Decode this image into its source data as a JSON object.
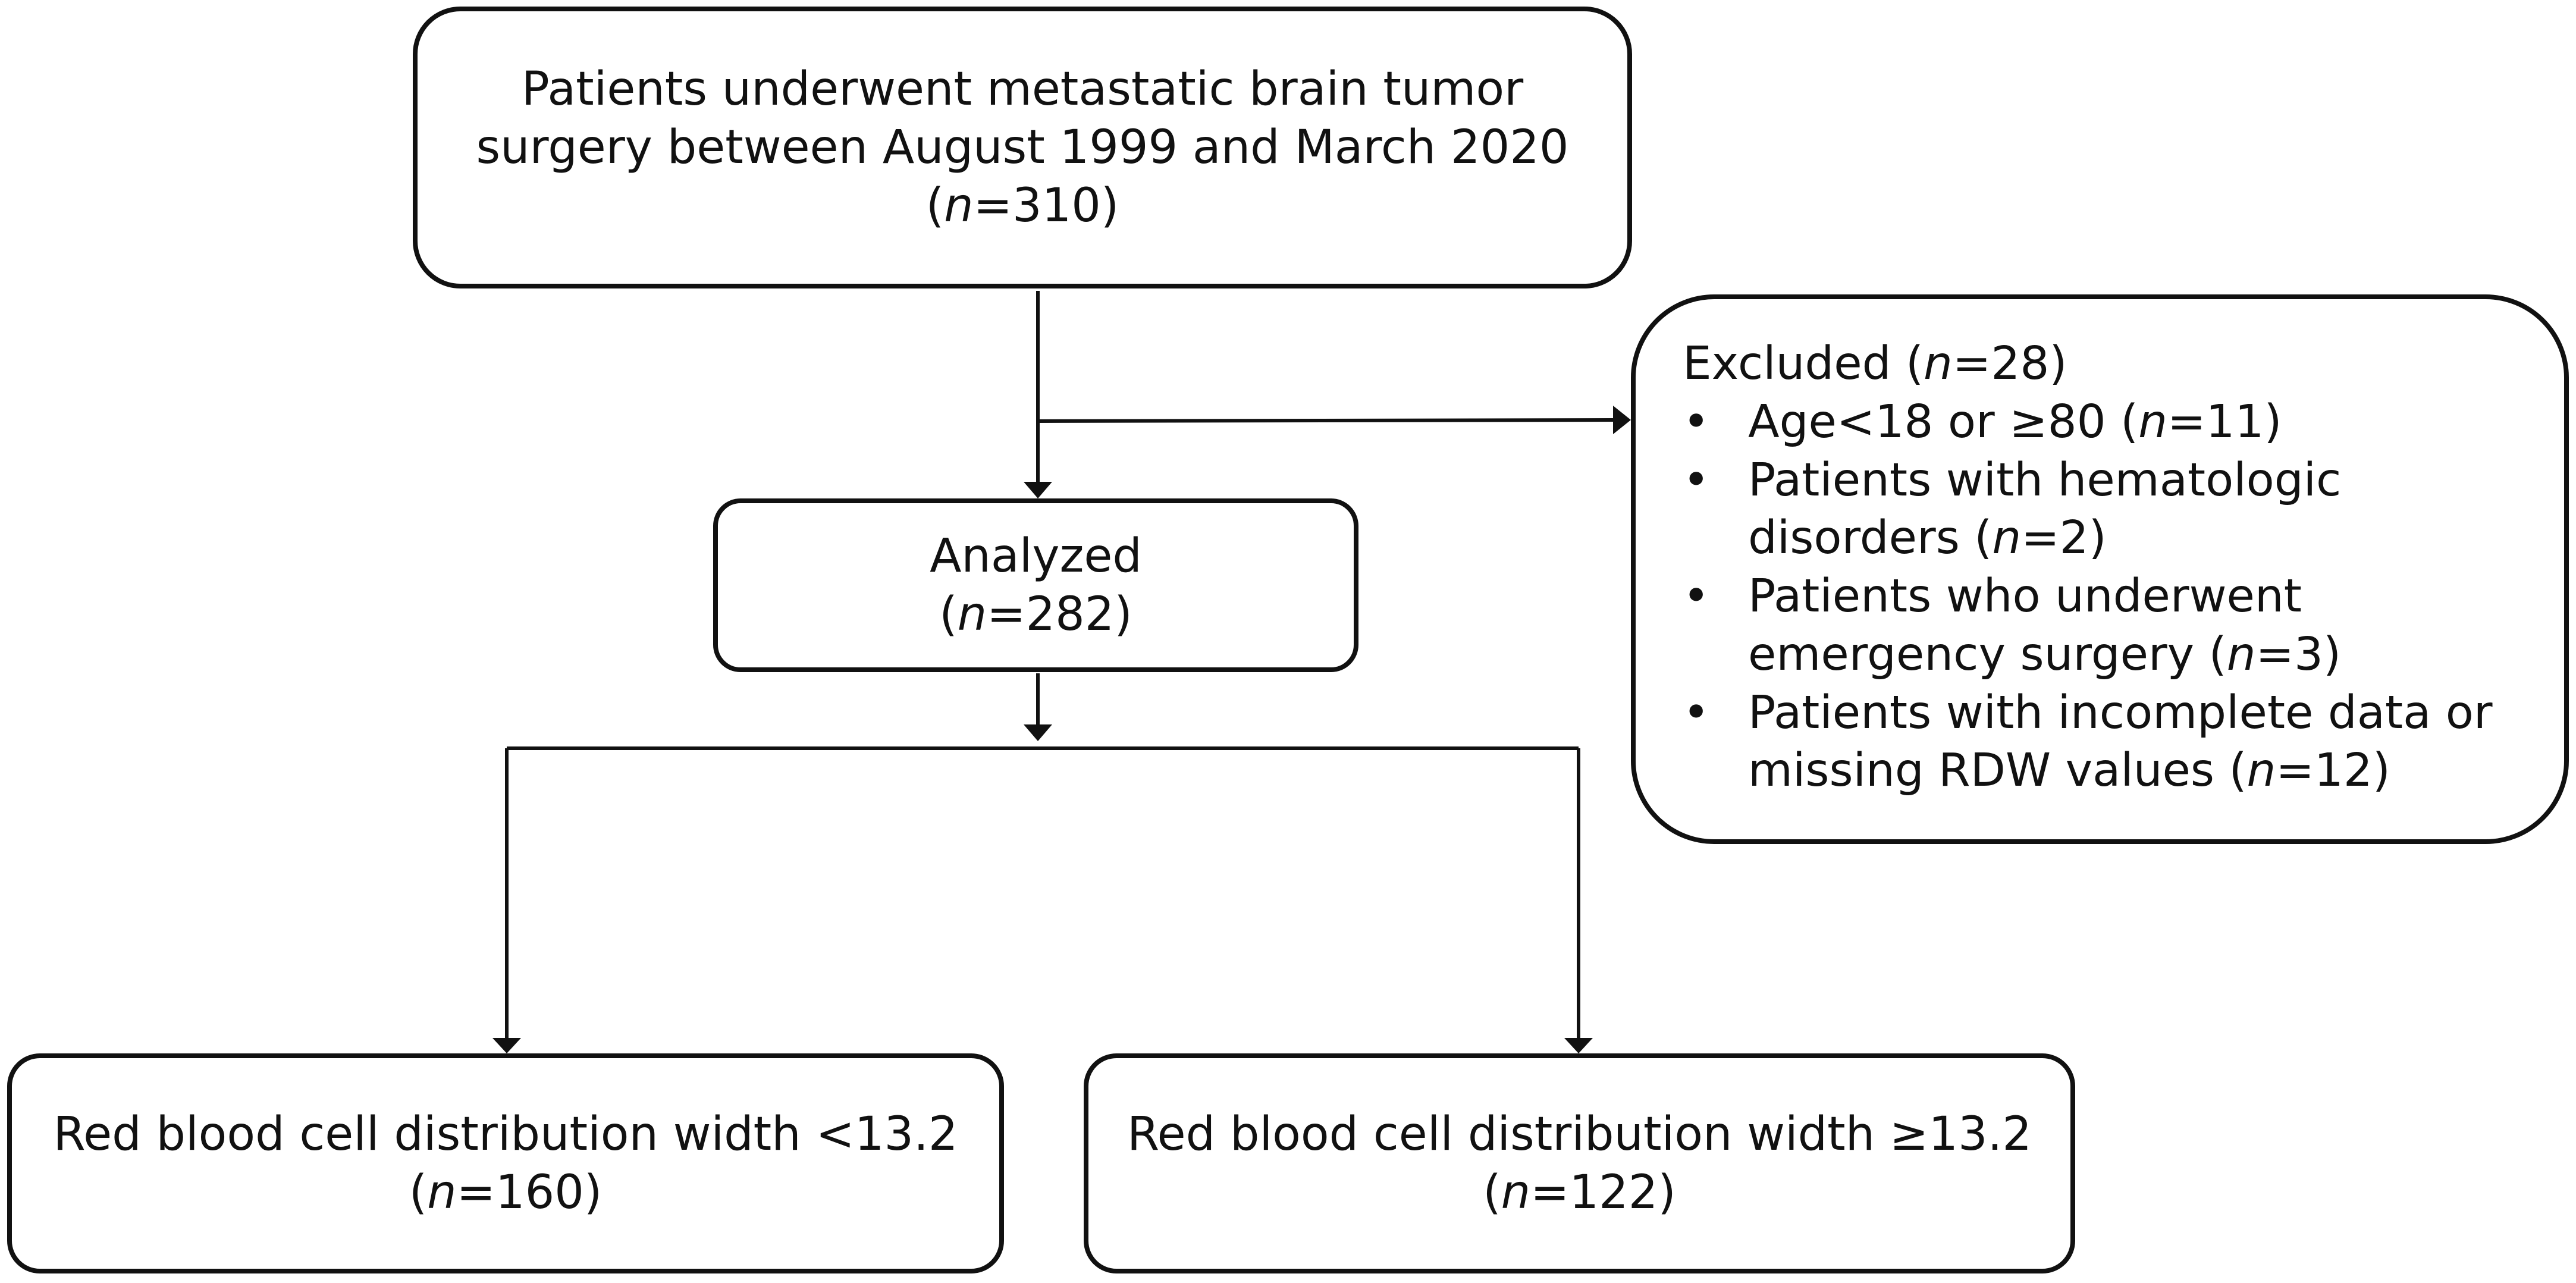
{
  "flow": {
    "top_box": {
      "lines": [
        "Patients underwent metastatic brain tumor",
        "surgery between August 1999 and March 2020"
      ],
      "n_prefix": "(",
      "n_label": "n",
      "n_value": "=310)"
    },
    "excluded_box": {
      "title": "Excluded (",
      "title_n": "n",
      "title_value": "=28)",
      "bullet_glyph": "•",
      "items": [
        {
          "lines": [
            "Age<18 or ≥80 ("
          ],
          "n": "n",
          "tail": "=11)"
        },
        {
          "lines": [
            "Patients with hematologic",
            "disorders ("
          ],
          "n": "n",
          "tail": "=2)"
        },
        {
          "lines": [
            "Patients who underwent",
            "emergency surgery ("
          ],
          "n": "n",
          "tail": "=3)"
        },
        {
          "lines": [
            "Patients with incomplete data or",
            "missing RDW values ("
          ],
          "n": "n",
          "tail": "=12)"
        }
      ]
    },
    "analyzed_box": {
      "title": "Analyzed",
      "n_prefix": "(",
      "n_label": "n",
      "n_value": "=282)"
    },
    "left_box": {
      "title": "Red blood cell distribution width <13.2",
      "n_prefix": "(",
      "n_label": "n",
      "n_value": "=160)"
    },
    "right_box": {
      "title": "Red blood cell distribution width ≥13.2",
      "n_prefix": "(",
      "n_label": "n",
      "n_value": "=122)"
    }
  }
}
